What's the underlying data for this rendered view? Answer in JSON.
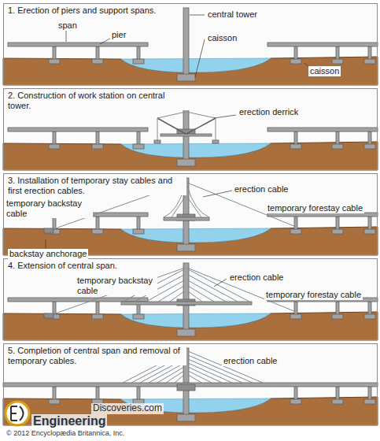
{
  "diagram": {
    "nodes": [
      {
        "text": [
          "1. Erection of piers and support spans."
        ]
      },
      {
        "text": [
          "2. Construction of work station on central tower."
        ]
      },
      {
        "text": [
          "3. Installation of temporary stay cables and first erection cables."
        ]
      },
      {
        "text": [
          "4. Extension of central span."
        ]
      },
      {
        "text": [
          "5. Completion of central span and removal of temporary cables."
        ]
      }
    ],
    "labels": [
      "span",
      "central tower",
      "pier",
      "caisson",
      "caisson",
      "erection derrick",
      "erection cable",
      "temporary backstay cable",
      "temporary forestay cable",
      "backstay anchorage",
      "temporary backstay cable",
      "erection cable",
      "temporary forestay cable",
      "erection cable",
      "Discoveries.com",
      "Engineering",
      "© 2012 Encyclopædia Britannica, Inc."
    ]
  }
}
